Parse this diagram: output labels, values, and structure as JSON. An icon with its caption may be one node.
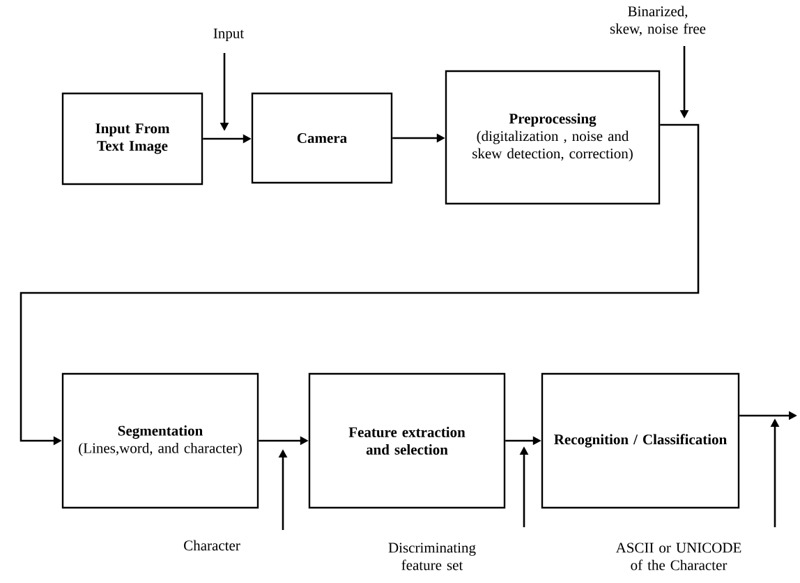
{
  "diagram": {
    "nodes": [
      {
        "text": [
          "Input From Text Image"
        ]
      },
      {
        "text": [
          "Camera"
        ]
      },
      {
        "text": [
          "Preprocessing",
          "(digitalization , noise and skew detection, correction)"
        ]
      },
      {
        "text": [
          "Segmentation",
          "(Lines,word, and character)"
        ]
      },
      {
        "text": [
          "Feature extraction and selection"
        ]
      },
      {
        "text": [
          "Recognition / Classification"
        ]
      }
    ],
    "edges": [
      {
        "from": 0,
        "to": 1,
        "arrow": "to"
      },
      {
        "from": 1,
        "to": 2,
        "arrow": "to"
      },
      {
        "from": 2,
        "to": 3,
        "arrow": "to"
      },
      {
        "from": 3,
        "to": 4,
        "arrow": "to"
      },
      {
        "from": 4,
        "to": 5,
        "arrow": "to"
      },
      {
        "from": 5,
        "to": null,
        "arrow": "to"
      }
    ],
    "labels": [
      "Input",
      "Binarized, skew, noise free",
      "Character",
      "Discriminating feature set",
      "ASCII or UNICODE of the Character"
    ]
  }
}
